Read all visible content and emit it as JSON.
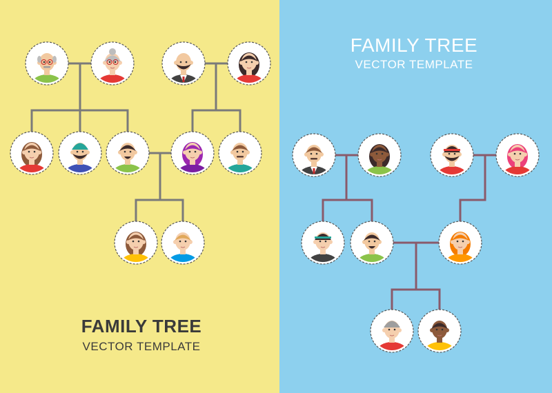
{
  "colors": {
    "left_bg": "#f5e98a",
    "right_bg": "#8dd0ee",
    "left_connector": "#7a7a7a",
    "right_connector": "#8a5a6a",
    "avatar_bg": "#ffffff",
    "avatar_border": "#555555"
  },
  "titles": {
    "left": {
      "main": "FAMILY TREE",
      "sub": "VECTOR TEMPLATE"
    },
    "right": {
      "main": "FAMILY TREE",
      "sub": "VECTOR TEMPLATE"
    }
  },
  "trees": {
    "left": {
      "members": [
        {
          "id": "grandfather-1",
          "hair": "bald-gray",
          "skin": "#f2c9a0",
          "shirt": "#8bc34a",
          "glasses": true,
          "beard": "mustache-gray"
        },
        {
          "id": "grandmother-1",
          "hair": "bun-gray",
          "skin": "#f5cfae",
          "shirt": "#e53935",
          "glasses": true
        },
        {
          "id": "grandfather-2",
          "hair": "bald",
          "skin": "#f2c9a0",
          "shirt": "#424242",
          "suit": true,
          "beard": "full-dark"
        },
        {
          "id": "grandmother-2",
          "hair": "bob-dark",
          "skin": "#f5cfae",
          "shirt": "#e53935"
        },
        {
          "id": "aunt",
          "hair": "long-brown",
          "skin": "#f5cfae",
          "shirt": "#e53935"
        },
        {
          "id": "uncle",
          "hair": "beanie-teal",
          "skin": "#f2c9a0",
          "shirt": "#3f51b5",
          "beard": "full-dark"
        },
        {
          "id": "father",
          "hair": "spiky-dark",
          "skin": "#f2c9a0",
          "shirt": "#8bc34a",
          "beard": "goatee"
        },
        {
          "id": "mother",
          "hair": "long-purple",
          "skin": "#f5cfae",
          "shirt": "#7b1fa2"
        },
        {
          "id": "uncle-2",
          "hair": "short-brown",
          "skin": "#f2c9a0",
          "shirt": "#26a69a",
          "beard": "mustache"
        },
        {
          "id": "daughter",
          "hair": "braid-brown",
          "skin": "#f5cfae",
          "shirt": "#ffc107"
        },
        {
          "id": "son",
          "hair": "short-blond",
          "skin": "#f5cfae",
          "shirt": "#039be5"
        }
      ]
    },
    "right": {
      "members": [
        {
          "id": "grandfather-1",
          "hair": "short-brown",
          "skin": "#f2c9a0",
          "shirt": "#424242",
          "suit": true,
          "beard": "mustache"
        },
        {
          "id": "grandmother-1",
          "hair": "afro-dark",
          "skin": "#8d5a3b",
          "shirt": "#8bc34a"
        },
        {
          "id": "grandfather-2",
          "hair": "headband-red",
          "skin": "#f2c9a0",
          "shirt": "#e53935",
          "beard": "full-dark"
        },
        {
          "id": "grandmother-2",
          "hair": "long-pink",
          "skin": "#f5cfae",
          "shirt": "#e53935"
        },
        {
          "id": "mother",
          "hair": "headband-teal",
          "skin": "#f5cfae",
          "shirt": "#424242"
        },
        {
          "id": "father",
          "hair": "short-dark",
          "skin": "#f2c9a0",
          "shirt": "#8bc34a",
          "beard": "goatee"
        },
        {
          "id": "aunt",
          "hair": "long-orange",
          "skin": "#f5cfae",
          "shirt": "#ff9800"
        },
        {
          "id": "daughter",
          "hair": "beanie-gray",
          "skin": "#f5cfae",
          "shirt": "#e53935"
        },
        {
          "id": "son",
          "hair": "curly-dark",
          "skin": "#8d5a3b",
          "shirt": "#ffc107"
        }
      ]
    }
  }
}
